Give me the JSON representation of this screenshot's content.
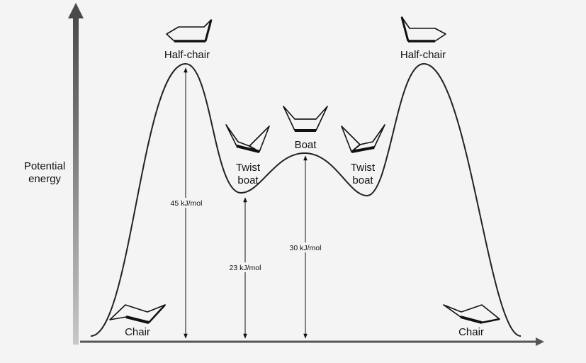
{
  "axis": {
    "y_label_line1": "Potential",
    "y_label_line2": "energy"
  },
  "states": {
    "chair_left": "Chair",
    "half_chair_left": "Half-chair",
    "twist_boat_left_line1": "Twist",
    "twist_boat_left_line2": "boat",
    "boat": "Boat",
    "twist_boat_right_line1": "Twist",
    "twist_boat_right_line2": "boat",
    "half_chair_right": "Half-chair",
    "chair_right": "Chair"
  },
  "energies": {
    "half_chair": "45 kJ/mol",
    "twist_boat": "23 kJ/mol",
    "boat": "30 kJ/mol"
  },
  "colors": {
    "curve": "#222222",
    "axis": "#555555",
    "background": "#f4f4f4"
  }
}
